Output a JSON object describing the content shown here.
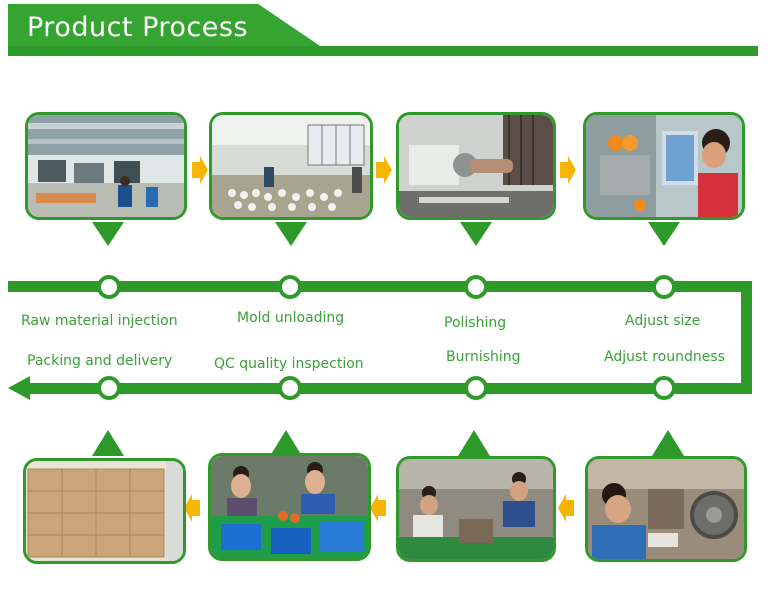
{
  "header": {
    "title": "Product Process"
  },
  "colors": {
    "primary_green": "#2e9a2a",
    "dark_green": "#1f7a1d",
    "arrow_orange": "#f7b400",
    "text_green": "#3aa037"
  },
  "steps_top": [
    {
      "label": "Raw material injection",
      "photo": "workshop-photo"
    },
    {
      "label": "Mold unloading",
      "photo": "mold-photo"
    },
    {
      "label": "Polishing",
      "photo": "polishing-photo"
    },
    {
      "label": "Adjust size",
      "photo": "adjust-size-photo"
    }
  ],
  "steps_bottom": [
    {
      "label": "Adjust roundness",
      "photo": "roundness-photo"
    },
    {
      "label": "Burnishing",
      "photo": "burnishing-photo"
    },
    {
      "label": "QC quality inspection",
      "photo": "qc-photo"
    },
    {
      "label": "Packing and delivery",
      "photo": "packing-photo"
    }
  ]
}
